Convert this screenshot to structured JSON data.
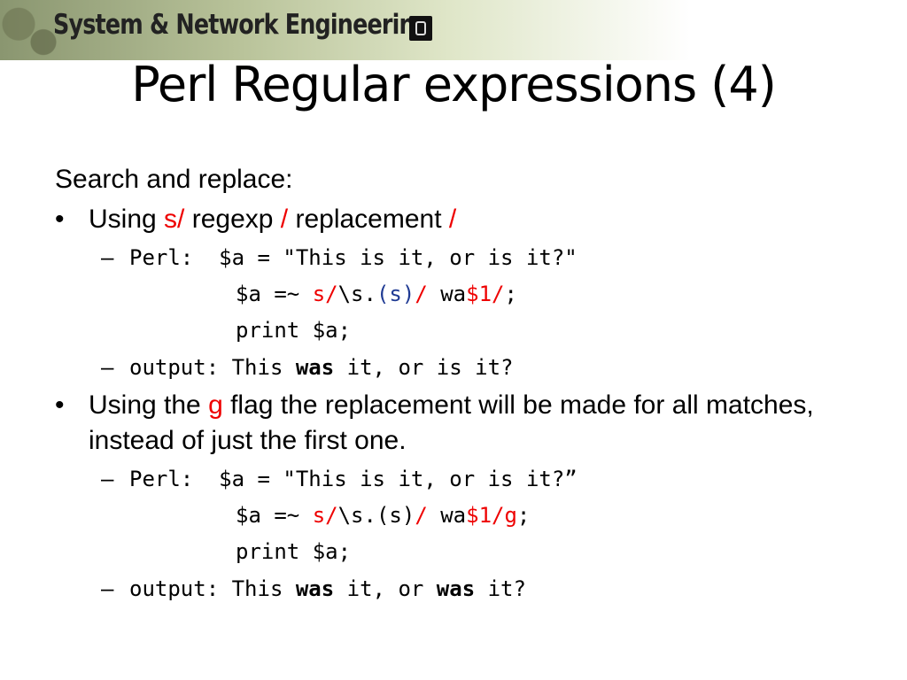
{
  "header": {
    "banner_text": "System & Network Engineering",
    "logo_icon": "university-seal-icon"
  },
  "slide": {
    "title": "Perl Regular expressions (4)",
    "intro": "Search and replace:",
    "bullet1": {
      "prefix": "Using ",
      "s_tok": "s/",
      "mid": " regexp ",
      "slash1": "/",
      "rest": " replacement ",
      "slash2": "/"
    },
    "ex1": {
      "perl_label": "Perl:",
      "line1": "$a = \"This is it, or is it?\"",
      "line2_a": "$a =~ ",
      "line2_s": "s/",
      "line2_b": "\\s.",
      "line2_paren": "(s)",
      "line2_slash": "/",
      "line2_c": " wa",
      "line2_rep": "$1/",
      "line2_end": ";",
      "line3": "print $a;",
      "out_a": "output: This ",
      "out_was": "was",
      "out_b": " it, or is it?"
    },
    "bullet2": {
      "prefix": "Using the ",
      "g_tok": "g",
      "rest": "  flag the replacement will be made for all matches, instead of just the first one."
    },
    "ex2": {
      "perl_label": "Perl:",
      "line1": "$a = \"This is it, or is it?”",
      "line2_a": "$a =~ ",
      "line2_s": "s/",
      "line2_b": "\\s.(s)",
      "line2_slash": "/",
      "line2_c": " wa",
      "line2_rep": "$1/g",
      "line2_end": ";",
      "line3": "print $a;",
      "out_a": "output: This ",
      "out_was1": "was",
      "out_b": " it, or ",
      "out_was2": "was",
      "out_c": " it?"
    }
  },
  "colors": {
    "accent_red": "#ee0000",
    "accent_blue": "#1f3a93"
  }
}
